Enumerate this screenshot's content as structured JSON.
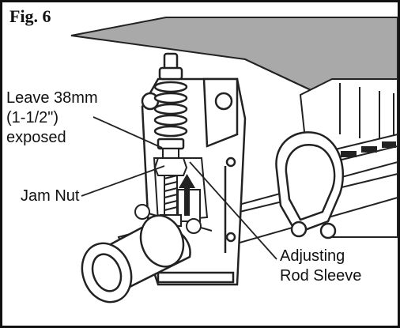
{
  "figure": {
    "label": "Fig. 6"
  },
  "callouts": {
    "leave_exposed_line1": "Leave 38mm",
    "leave_exposed_line2": "(1-1/2\")",
    "leave_exposed_line3": "exposed",
    "jam_nut": "Jam Nut",
    "adjusting_line1": "Adjusting",
    "adjusting_line2": "Rod Sleeve"
  }
}
